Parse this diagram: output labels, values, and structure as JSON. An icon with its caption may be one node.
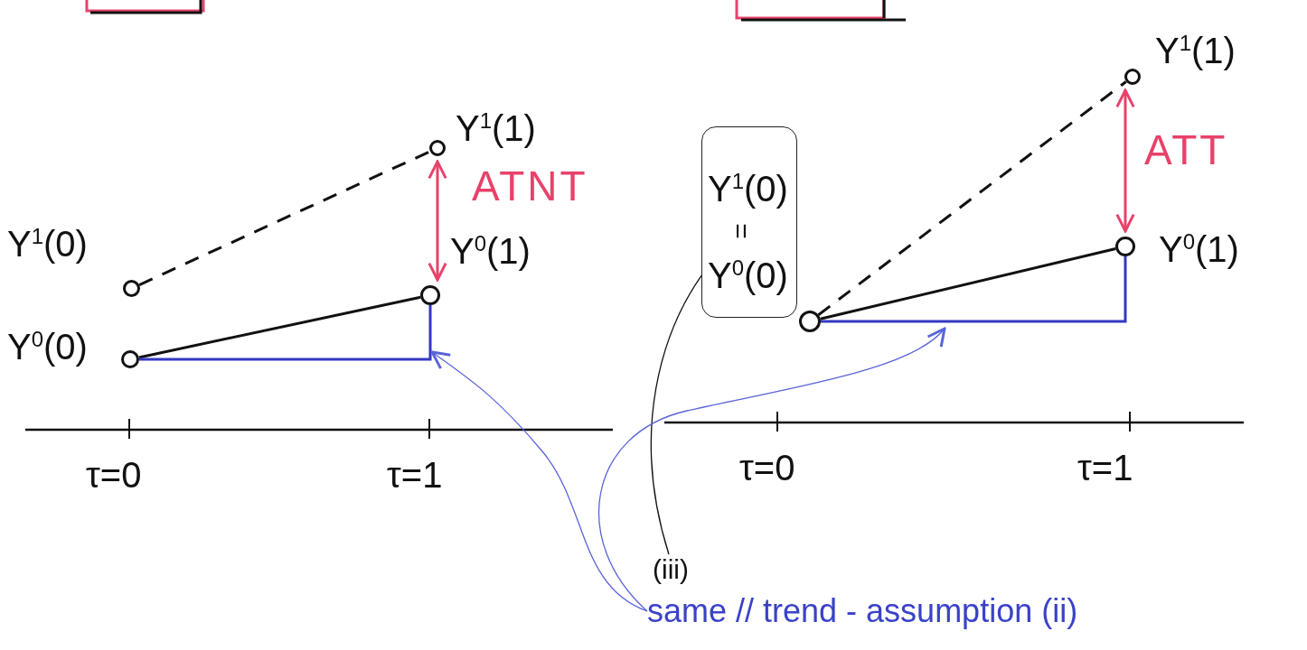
{
  "diagram": {
    "nodes": [
      {
        "text": [],
        "shape": "circle",
        "beside": [
          "Y$^{1}$(0)"
        ]
      },
      {
        "text": [],
        "shape": "circle",
        "beside": [
          "Y$^{0}$(0)"
        ]
      },
      {
        "text": [],
        "shape": "circle",
        "beside": [
          "Y$^{1}$(1)"
        ]
      },
      {
        "text": [],
        "shape": "circle",
        "beside": [
          "Y$^{0}$(1)"
        ]
      },
      {
        "text": [
          "Y$^{1}$(0)",
          "=",
          "Y$^{0}$(0)"
        ]
      },
      {
        "text": [],
        "shape": "circle"
      },
      {
        "text": [],
        "shape": "circle",
        "beside": [
          "Y$^{1}$(1)"
        ]
      },
      {
        "text": [],
        "shape": "circle",
        "beside": [
          "Y$^{0}$(1)"
        ]
      },
      {
        "text": [
          "(iii)"
        ]
      },
      {
        "text": [
          "same // trend - assumption (ii)"
        ]
      }
    ],
    "edges": [
      {
        "from": 0,
        "to": 2,
        "arrow": "none",
        "style": "dashed"
      },
      {
        "from": 1,
        "to": 3,
        "arrow": "none"
      },
      {
        "from": 1,
        "to": 3,
        "arrow": "none",
        "color": "#3438c0"
      },
      {
        "from": 2,
        "to": 3,
        "arrow": "both",
        "label": "ATNT",
        "color": "#e8416a"
      },
      {
        "from": 5,
        "to": 6,
        "arrow": "none",
        "style": "dashed"
      },
      {
        "from": 5,
        "to": 7,
        "arrow": "none"
      },
      {
        "from": 5,
        "to": 7,
        "arrow": "none",
        "color": "#3438c0"
      },
      {
        "from": 7,
        "to": 6,
        "arrow": "both",
        "label": "ATT",
        "color": "#e8416a"
      },
      {
        "from": 4,
        "to": 8,
        "arrow": "none"
      },
      {
        "from": 9,
        "to": null,
        "arrow": "to",
        "color": "#5a63d8"
      },
      {
        "from": 9,
        "to": null,
        "arrow": "to",
        "color": "#5a63d8"
      }
    ],
    "labels": [
      "τ=0",
      "τ=1",
      "τ=0",
      "τ=1"
    ]
  }
}
